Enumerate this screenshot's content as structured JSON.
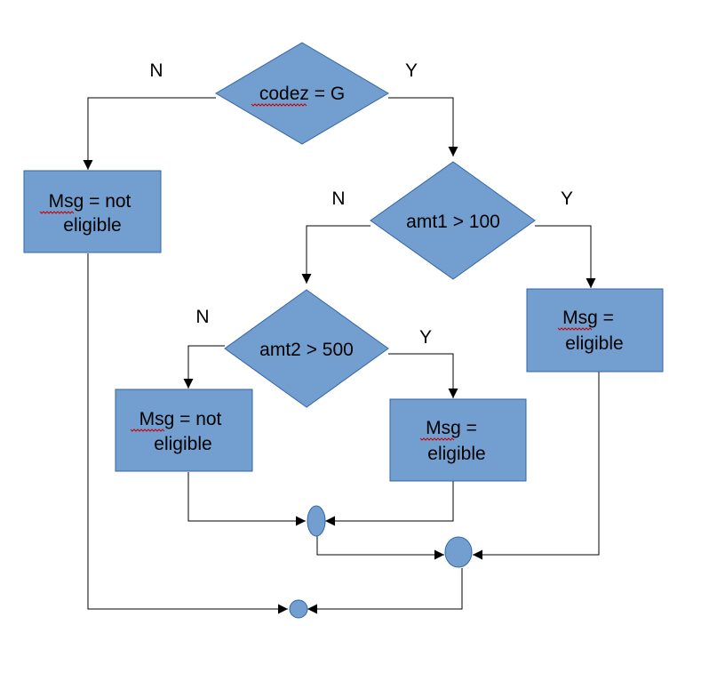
{
  "nodes": {
    "codez": {
      "text": "codez = G"
    },
    "amt1": {
      "text": "amt1 > 100"
    },
    "amt2": {
      "text": "amt2 > 500"
    },
    "msg_not_eligible_1": {
      "line1": "Msg = not",
      "line2": "eligible"
    },
    "msg_eligible_1": {
      "line1": "Msg =",
      "line2": "eligible"
    },
    "msg_not_eligible_2": {
      "line1": "Msg = not",
      "line2": "eligible"
    },
    "msg_eligible_2": {
      "line1": "Msg =",
      "line2": "eligible"
    }
  },
  "branch_labels": {
    "codez_no": "N",
    "codez_yes": "Y",
    "amt1_no": "N",
    "amt1_yes": "Y",
    "amt2_no": "N",
    "amt2_yes": "Y"
  },
  "colors": {
    "shape_fill": "#729fcf",
    "shape_stroke": "#3465a4",
    "edge": "#000000",
    "spellcheck": "#cc0000"
  }
}
